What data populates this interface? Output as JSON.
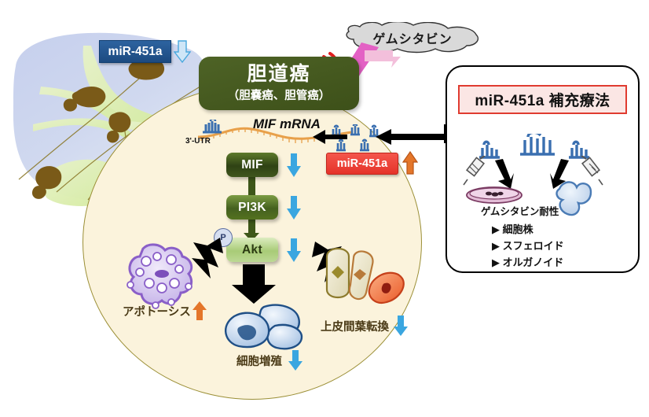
{
  "figure": {
    "title_box": {
      "main": "胆道癌",
      "sub": "（胆嚢癌、胆管癌）",
      "fill_color": "#41541f",
      "text_color": "#ffffff"
    },
    "drug_cloud": {
      "label": "ゲムシタビン",
      "icon": "thought-cloud-icon",
      "arrow_color": "#e45fc0",
      "block_mark_color": "#e02020"
    },
    "liver_badge": {
      "label": "miR-451a",
      "trend": "down",
      "trend_color": "#4aa8dd",
      "fill_color": "#22548c",
      "text_color": "#ffffff"
    },
    "mir_badge": {
      "label": "miR-451a",
      "trend": "up",
      "trend_color": "#e4762a",
      "fill_color": "#ef4136",
      "text_color": "#ffffff"
    },
    "mrna": {
      "label": "MIF mRNA",
      "utr_label": "3'-UTR",
      "strand_color": "#e8a04a",
      "hairpin_color": "#3a6fb0"
    },
    "pathway": [
      {
        "name": "MIF",
        "trend": "down",
        "trend_color": "#3aa6e0"
      },
      {
        "name": "PI3K",
        "trend": "down",
        "trend_color": "#3aa6e0"
      },
      {
        "name": "Akt",
        "trend": "down",
        "trend_color": "#3aa6e0",
        "badge": "P"
      }
    ],
    "outcomes": [
      {
        "label": "アポトーシス",
        "trend": "up",
        "trend_color": "#e4762a",
        "icon": "apoptotic-cell-icon"
      },
      {
        "label": "細胞増殖",
        "trend": "down",
        "trend_color": "#3aa6e0",
        "icon": "proliferating-cells-icon"
      },
      {
        "label": "上皮間葉転換",
        "trend": "down",
        "trend_color": "#3aa6e0",
        "icon": "emt-cells-icon"
      }
    ],
    "circle": {
      "fill_color": "#fbf3dc",
      "border_color": "#9b8f36"
    },
    "right_panel": {
      "title": "miR-451a 補充療法",
      "title_border_color": "#e03b30",
      "title_fill_color": "#fbe6e4",
      "caption": "ゲムシタビン耐性",
      "items": [
        "▶ 細胞株",
        "▶ スフェロイド",
        "▶ オルガノイド"
      ],
      "icons": [
        "syringe-icon",
        "syringe-icon",
        "petri-dish-icon",
        "organoid-icon",
        "mirna-hairpin-icon"
      ]
    }
  }
}
